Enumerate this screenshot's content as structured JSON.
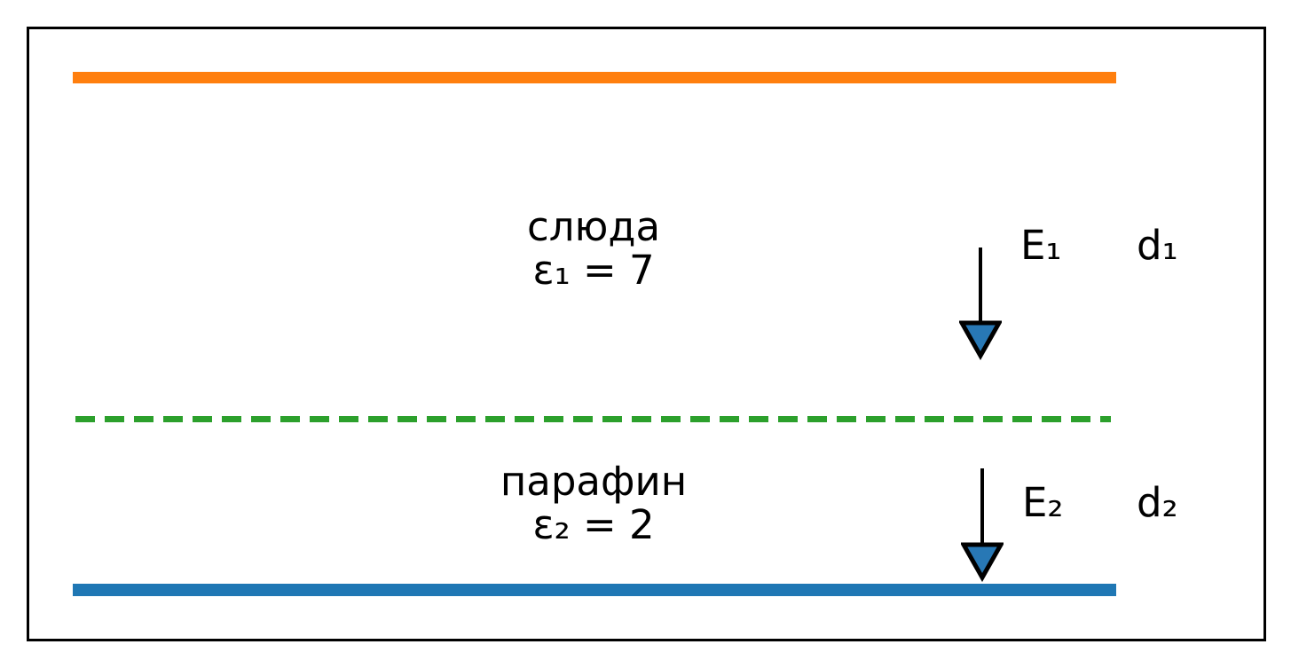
{
  "figure": {
    "type": "physics-capacitor-dielectric-diagram"
  },
  "layer1": {
    "material": "слюда",
    "permittivity": "ε₁ = 7",
    "field_label": "E₁",
    "thickness_label": "d₁"
  },
  "layer2": {
    "material": "парафин",
    "permittivity": "ε₂ = 2",
    "field_label": "E₂",
    "thickness_label": "d₂"
  },
  "colors": {
    "top_plate": "#ff7f0e",
    "bottom_plate": "#1f77b4",
    "interface_line": "#2ca02c",
    "arrow_fill": "#2878b5",
    "arrow_stroke": "#000000",
    "frame_border": "#000000",
    "background": "#ffffff",
    "text": "#000000"
  }
}
